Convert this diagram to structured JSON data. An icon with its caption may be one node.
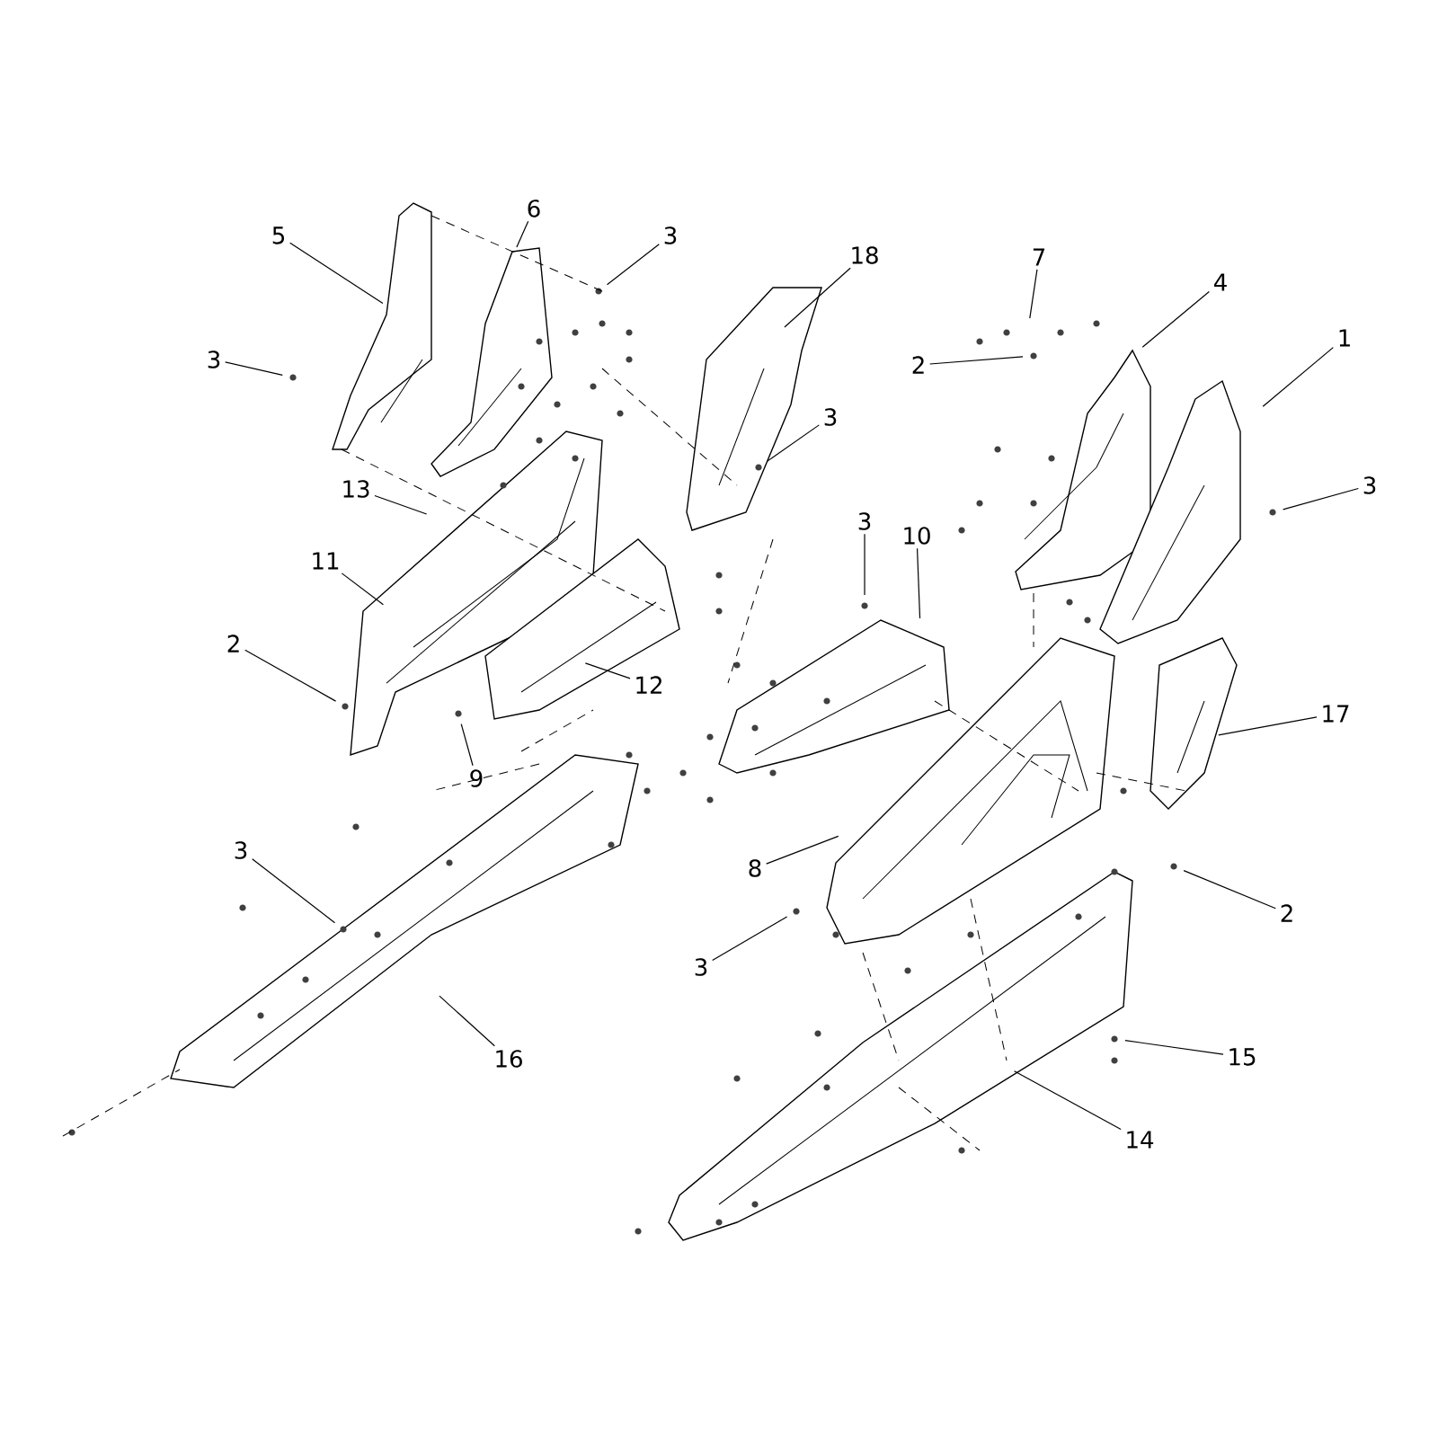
{
  "diagram": {
    "nodes": [
      {
        "text": [
          "6"
        ]
      },
      {
        "text": [
          "5"
        ]
      },
      {
        "text": [
          "3"
        ]
      },
      {
        "text": [
          "18"
        ]
      },
      {
        "text": [
          "7"
        ]
      },
      {
        "text": [
          "4"
        ]
      },
      {
        "text": [
          "1"
        ]
      },
      {
        "text": [
          "3"
        ]
      },
      {
        "text": [
          "2"
        ]
      },
      {
        "text": [
          "3"
        ]
      },
      {
        "text": [
          "3"
        ]
      },
      {
        "text": [
          "13"
        ]
      },
      {
        "text": [
          "3"
        ]
      },
      {
        "text": [
          "10"
        ]
      },
      {
        "text": [
          "11"
        ]
      },
      {
        "text": [
          "2"
        ]
      },
      {
        "text": [
          "12"
        ]
      },
      {
        "text": [
          "17"
        ]
      },
      {
        "text": [
          "9"
        ]
      },
      {
        "text": [
          "3"
        ]
      },
      {
        "text": [
          "8"
        ]
      },
      {
        "text": [
          "2"
        ]
      },
      {
        "text": [
          "3"
        ]
      },
      {
        "text": [
          "16"
        ]
      },
      {
        "text": [
          "15"
        ]
      },
      {
        "text": [
          "14"
        ]
      }
    ],
    "edges": [
      {
        "from": 0,
        "to": null,
        "arrow": "none"
      },
      {
        "from": 1,
        "to": null,
        "arrow": "none"
      },
      {
        "from": 2,
        "to": null,
        "arrow": "none"
      },
      {
        "from": 3,
        "to": null,
        "arrow": "none"
      },
      {
        "from": 4,
        "to": null,
        "arrow": "none"
      },
      {
        "from": 5,
        "to": null,
        "arrow": "none"
      },
      {
        "from": 6,
        "to": null,
        "arrow": "none"
      },
      {
        "from": 7,
        "to": null,
        "arrow": "none"
      },
      {
        "from": 8,
        "to": null,
        "arrow": "none"
      },
      {
        "from": 9,
        "to": null,
        "arrow": "none"
      },
      {
        "from": 10,
        "to": null,
        "arrow": "none"
      },
      {
        "from": 11,
        "to": null,
        "arrow": "none"
      },
      {
        "from": 12,
        "to": null,
        "arrow": "none"
      },
      {
        "from": 13,
        "to": null,
        "arrow": "none"
      },
      {
        "from": 14,
        "to": null,
        "arrow": "none"
      },
      {
        "from": 15,
        "to": null,
        "arrow": "none"
      },
      {
        "from": 16,
        "to": null,
        "arrow": "none"
      },
      {
        "from": 17,
        "to": null,
        "arrow": "none"
      },
      {
        "from": 18,
        "to": null,
        "arrow": "none"
      },
      {
        "from": 19,
        "to": null,
        "arrow": "none"
      },
      {
        "from": 20,
        "to": null,
        "arrow": "none"
      },
      {
        "from": 21,
        "to": null,
        "arrow": "none"
      },
      {
        "from": 22,
        "to": null,
        "arrow": "none"
      },
      {
        "from": 23,
        "to": null,
        "arrow": "none"
      },
      {
        "from": 24,
        "to": null,
        "arrow": "none"
      },
      {
        "from": 25,
        "to": null,
        "arrow": "none"
      }
    ]
  }
}
